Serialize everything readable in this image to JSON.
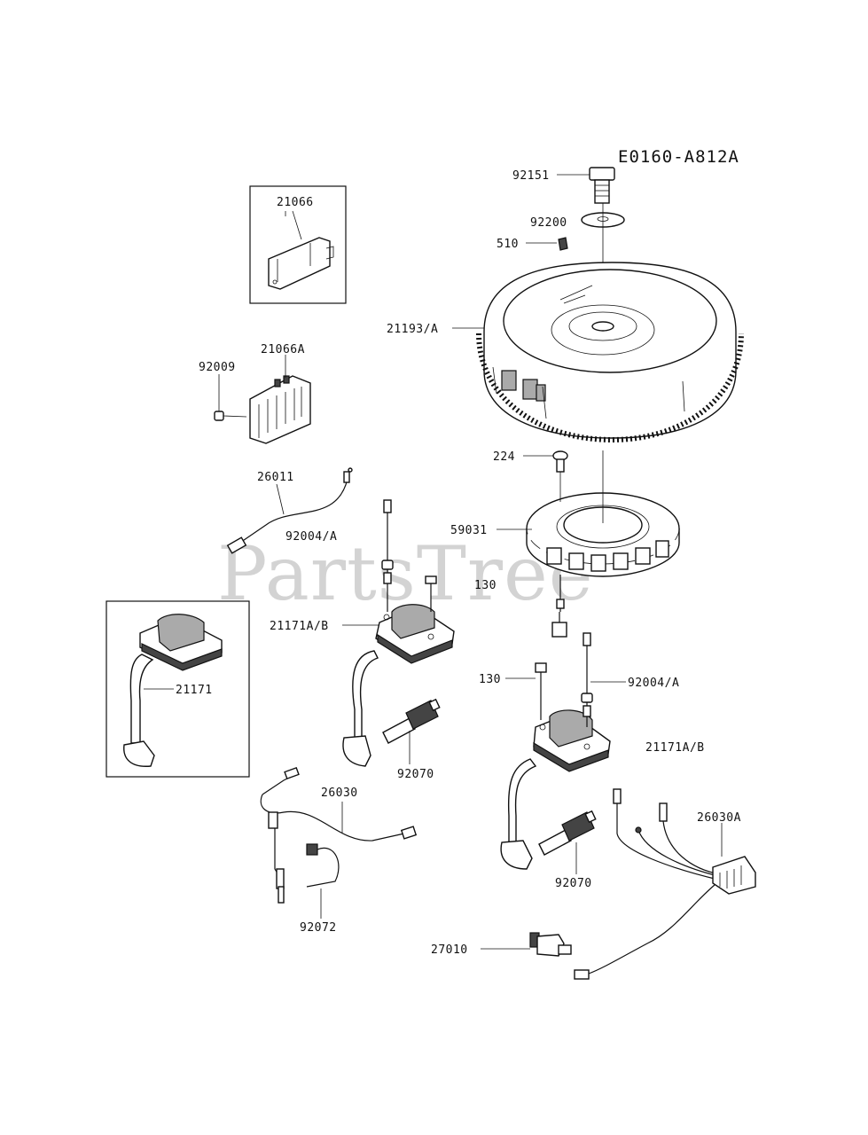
{
  "diagram_code": "E0160-A812A",
  "watermark": "PartsTree",
  "parts": [
    {
      "id": "p92151",
      "label": "92151"
    },
    {
      "id": "p92200",
      "label": "92200"
    },
    {
      "id": "p510",
      "label": "510"
    },
    {
      "id": "p21193",
      "label": "21193/A"
    },
    {
      "id": "p21066",
      "label": "21066"
    },
    {
      "id": "p21066A",
      "label": "21066A"
    },
    {
      "id": "p92009",
      "label": "92009"
    },
    {
      "id": "p224",
      "label": "224"
    },
    {
      "id": "p26011",
      "label": "26011"
    },
    {
      "id": "p92004a1",
      "label": "92004/A"
    },
    {
      "id": "p59031",
      "label": "59031"
    },
    {
      "id": "p130a",
      "label": "130"
    },
    {
      "id": "p21171AB1",
      "label": "21171A/B"
    },
    {
      "id": "p21171",
      "label": "21171"
    },
    {
      "id": "p130b",
      "label": "130"
    },
    {
      "id": "p92004a2",
      "label": "92004/A"
    },
    {
      "id": "p21171AB2",
      "label": "21171A/B"
    },
    {
      "id": "p92070a",
      "label": "92070"
    },
    {
      "id": "p26030",
      "label": "26030"
    },
    {
      "id": "p26030A",
      "label": "26030A"
    },
    {
      "id": "p92072",
      "label": "92072"
    },
    {
      "id": "p92070b",
      "label": "92070"
    },
    {
      "id": "p27010",
      "label": "27010"
    }
  ]
}
